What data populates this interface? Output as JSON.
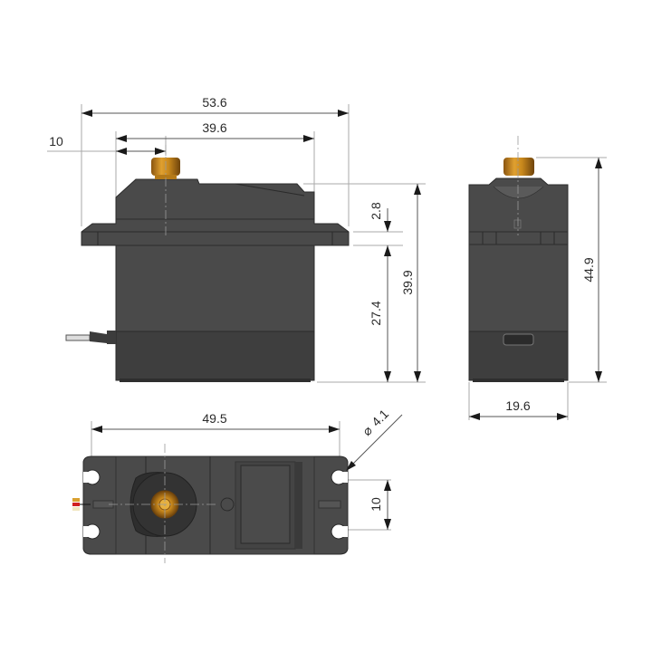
{
  "drawing": {
    "subject": "servo motor dimension drawing",
    "units": "mm",
    "colors": {
      "body": "#4a4a4a",
      "body_dark": "#3a3a3a",
      "horn_gold": "#c8881c",
      "dimension_line": "#555555",
      "extension_line": "#aaaaaa",
      "text": "#2a2a2a"
    }
  },
  "front_view": {
    "overall_width": "53.6",
    "mount_hole_spacing": "39.6",
    "shaft_offset": "10",
    "flange_to_top": "2.8",
    "flange_to_bottom": "27.4",
    "total_height_body": "39.9"
  },
  "side_view": {
    "total_height": "44.9",
    "depth": "19.6"
  },
  "bottom_view": {
    "body_length": "49.5",
    "hole_diameter_symbol": "⌀",
    "hole_diameter": "4.1",
    "hole_vertical_spacing": "10"
  }
}
